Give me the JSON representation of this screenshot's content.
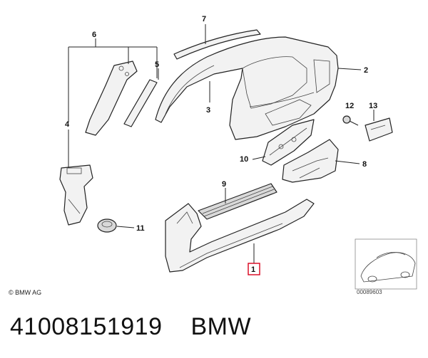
{
  "callouts": {
    "p1": "1",
    "p2": "2",
    "p3": "3",
    "p4": "4",
    "p5": "5",
    "p6": "6",
    "p7": "7",
    "p8": "8",
    "p9": "9",
    "p10": "10",
    "p11": "11",
    "p12": "12",
    "p13": "13"
  },
  "highlight_color": "#d9001b",
  "copyright": "© BMW AG",
  "image_code": "00089603",
  "footer": {
    "part_number": "41008151919",
    "brand": "BMW"
  }
}
